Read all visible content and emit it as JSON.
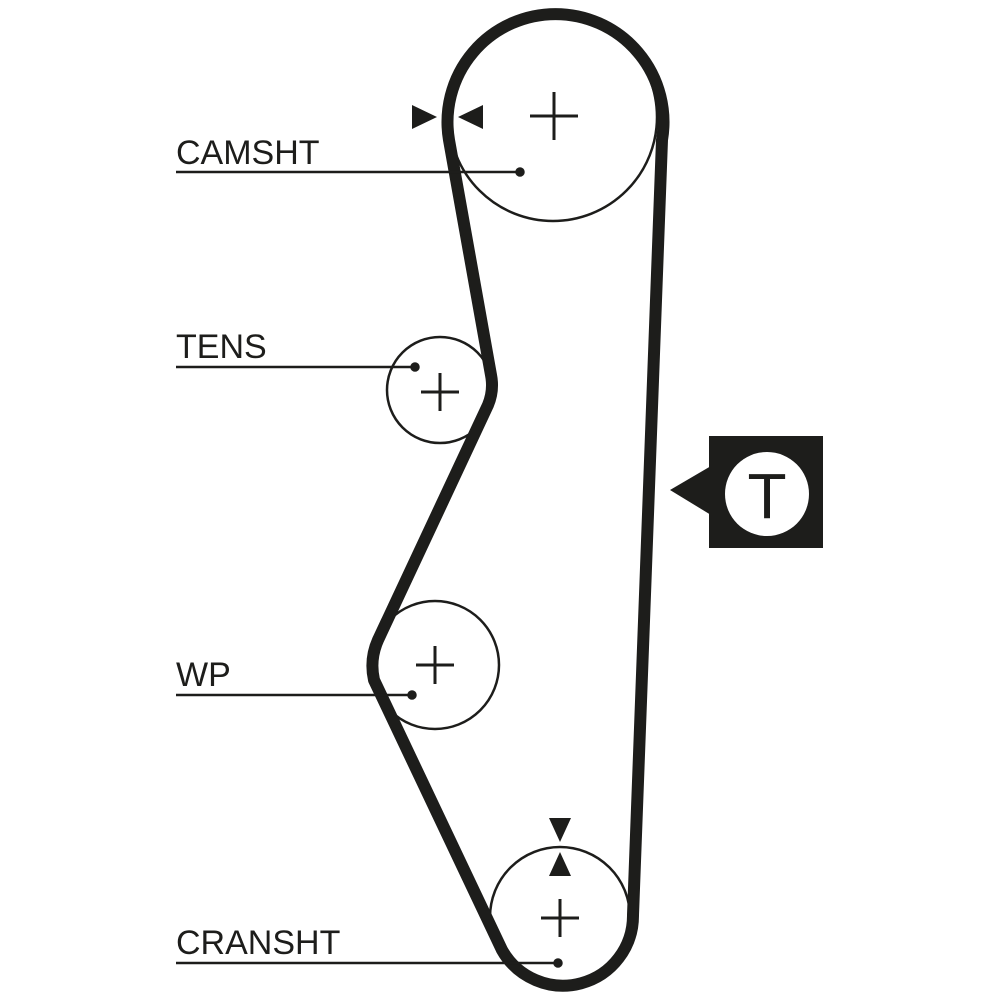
{
  "diagram": {
    "labels": {
      "camshaft": "CAMSHT",
      "tensioner": "TENS",
      "water_pump": "WP",
      "crankshaft": "CRANSHT"
    },
    "tension_badge": "T",
    "colors": {
      "ink": "#1d1d1b",
      "background": "#ffffff"
    }
  }
}
